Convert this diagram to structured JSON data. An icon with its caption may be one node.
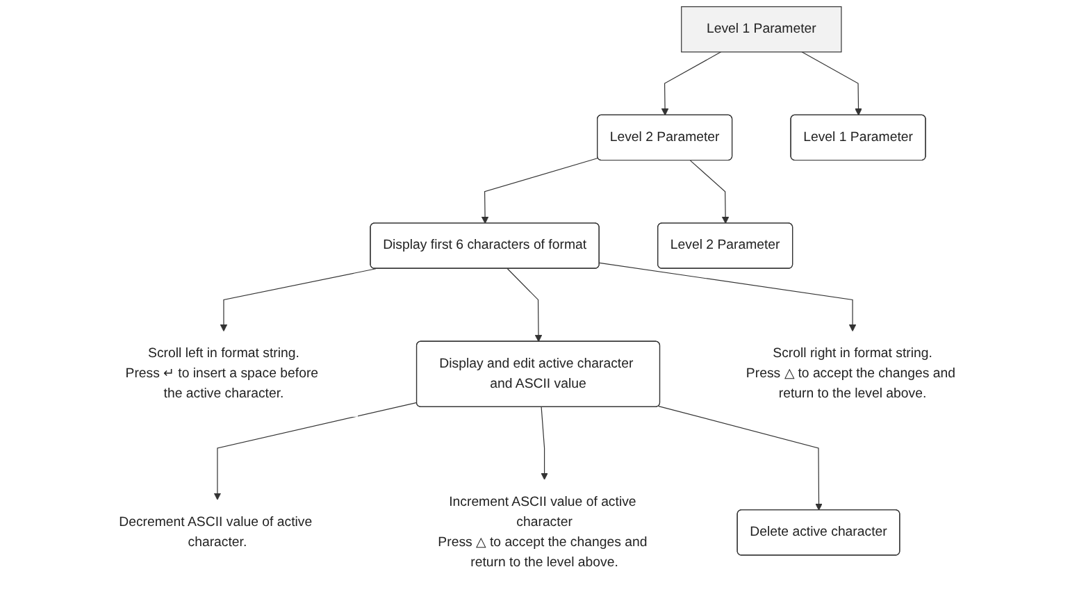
{
  "diagram": {
    "nodes": [
      {
        "text": [
          "Level 1 Parameter"
        ]
      },
      {
        "text": [
          "Level 1 Parameter"
        ]
      },
      {
        "text": [
          "Level 2 Parameter"
        ]
      },
      {
        "text": [
          "Level 2 Parameter"
        ]
      },
      {
        "text": [
          "Scroll left in format string.",
          "Press ↵ to insert a space before the active character."
        ]
      },
      {
        "text": [
          "Display first 6 characters of format"
        ]
      },
      {
        "text": [
          "Scroll right in format string.",
          "Press △ to accept the changes and return to the level above."
        ]
      },
      {
        "text": [
          "Decrement ASCII value of active character."
        ]
      },
      {
        "text": [
          "Display and edit active character and ASCII value"
        ]
      },
      {
        "text": [
          "Increment ASCII value of active character",
          "Press △ to accept the changes and return to the level above."
        ]
      },
      {
        "text": [
          "Delete active character"
        ]
      }
    ],
    "edges": [
      {
        "from": 0,
        "to": 1,
        "arrow": "to"
      },
      {
        "from": 0,
        "to": 2,
        "arrow": "to"
      },
      {
        "from": 2,
        "to": 3,
        "arrow": "to"
      },
      {
        "from": 2,
        "to": 5,
        "arrow": "to"
      },
      {
        "from": 5,
        "to": 4,
        "arrow": "to"
      },
      {
        "from": 5,
        "to": 6,
        "arrow": "to"
      },
      {
        "from": 5,
        "to": 8,
        "arrow": "to"
      },
      {
        "from": 8,
        "to": 7,
        "arrow": "to"
      },
      {
        "from": 8,
        "to": 9,
        "arrow": "to"
      },
      {
        "from": 8,
        "to": 10,
        "arrow": "to"
      }
    ]
  }
}
